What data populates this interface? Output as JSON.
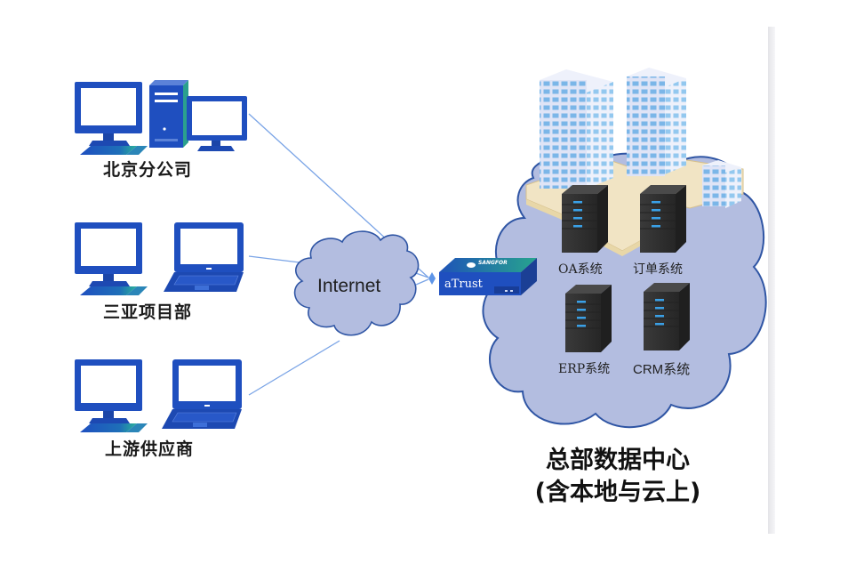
{
  "diagram": {
    "sites": [
      {
        "label": "北京分公司",
        "devices": [
          "desktop",
          "tower",
          "monitor"
        ]
      },
      {
        "label": "三亚项目部",
        "devices": [
          "desktop",
          "laptop"
        ]
      },
      {
        "label": "上游供应商",
        "devices": [
          "desktop",
          "laptop"
        ]
      }
    ],
    "internet": {
      "label": "Internet"
    },
    "gateway": {
      "label": "aTrust",
      "brand": "SANGFOR"
    },
    "datacenter": {
      "title_line1": "总部数据中心",
      "title_line2": "(含本地与云上)",
      "systems": [
        {
          "label": "OA系统"
        },
        {
          "label": "订单系统"
        },
        {
          "label": "ERP系统"
        },
        {
          "label": "CRM系统"
        }
      ]
    },
    "colors": {
      "cloud_fill": "#b3bde0",
      "cloud_stroke": "#2f55a4",
      "device_blue": "#1f4fbf",
      "link_line": "#7aa4e6",
      "server_dark": "#2f2f2f",
      "server_led": "#3aa0e6",
      "building_glass": "#8ec3ec",
      "podium": "#f1e4c4"
    }
  }
}
